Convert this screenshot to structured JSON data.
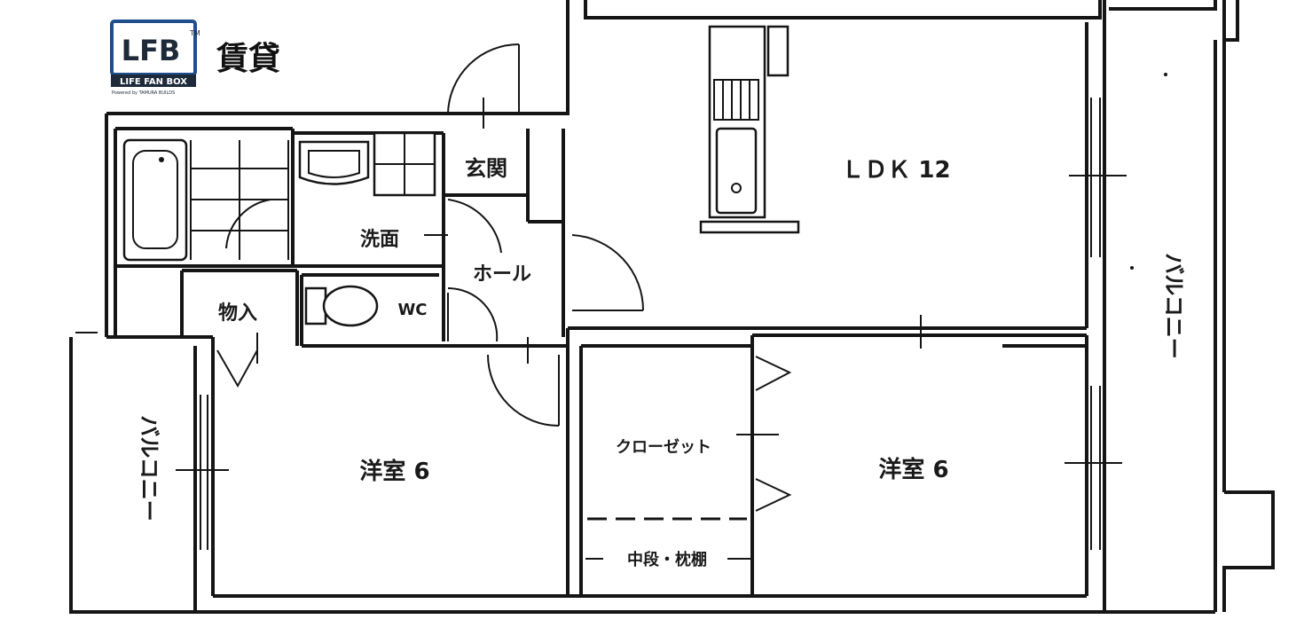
{
  "logo": {
    "mark": "LFB",
    "trademark": "TM",
    "name": "LIFE FAN BOX",
    "powered": "Powered by TAMURA BUILDS",
    "category": "賃貸"
  },
  "rooms": {
    "ldk": "ＬＤＫ 12",
    "genkan": "玄関",
    "senmen": "洗面",
    "hall": "ホール",
    "monoire": "物入",
    "wc": "WC",
    "closet": "クローゼット",
    "chudan": "中段・枕棚",
    "western_left": "洋室 6",
    "western_right": "洋室 6",
    "balcony_left": "バルコニー",
    "balcony_right": "バルコニー"
  },
  "colors": {
    "line": "#151515",
    "logo_blue": "#1e4e8c"
  }
}
